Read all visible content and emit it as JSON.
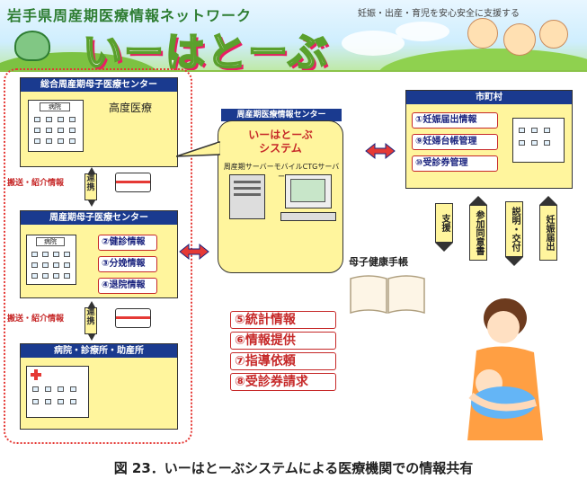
{
  "banner": {
    "title": "岩手県周産期医療情報ネットワーク",
    "subtitle": "妊娠・出産・育児を安心安全に支援する",
    "logo": "いーはとーぶ"
  },
  "institutions": {
    "general": {
      "header": "総合周産期母子医療センター",
      "building_sign": "病院",
      "note": "高度医療"
    },
    "regional": {
      "header": "周産期母子医療センター",
      "building_sign": "病院",
      "items": [
        "②健診情報",
        "③分娩情報",
        "④退院情報"
      ]
    },
    "clinic": {
      "header": "病院・診療所・助産所"
    }
  },
  "links": {
    "transfer_label_1": "搬送・紹介情報",
    "transfer_label_2": "搬送・紹介情報",
    "renkei_1": "連携",
    "renkei_2": "連携"
  },
  "center": {
    "header": "周産期医療情報センター",
    "system_name_line1": "いーはとーぶ",
    "system_name_line2": "システム",
    "server_label": "周産期サーバーモバイルCTGサーバー"
  },
  "city": {
    "header": "市町村",
    "items": [
      "①妊娠届出情報",
      "⑨妊婦台帳管理",
      "⑩受診券管理"
    ]
  },
  "vertical_arrows": [
    "支援",
    "参加同意書",
    "説明・交付",
    "妊娠届出"
  ],
  "notebook_label": "母子健康手帳",
  "services": [
    "⑤統計情報",
    "⑥情報提供",
    "⑦指導依頼",
    "⑧受診券請求"
  ],
  "caption": "図 23．いーはとーぶシステムによる医療機関での情報共有",
  "colors": {
    "header_blue": "#1a3a8f",
    "box_yellow": "#fff59d",
    "accent_red": "#c62828"
  }
}
